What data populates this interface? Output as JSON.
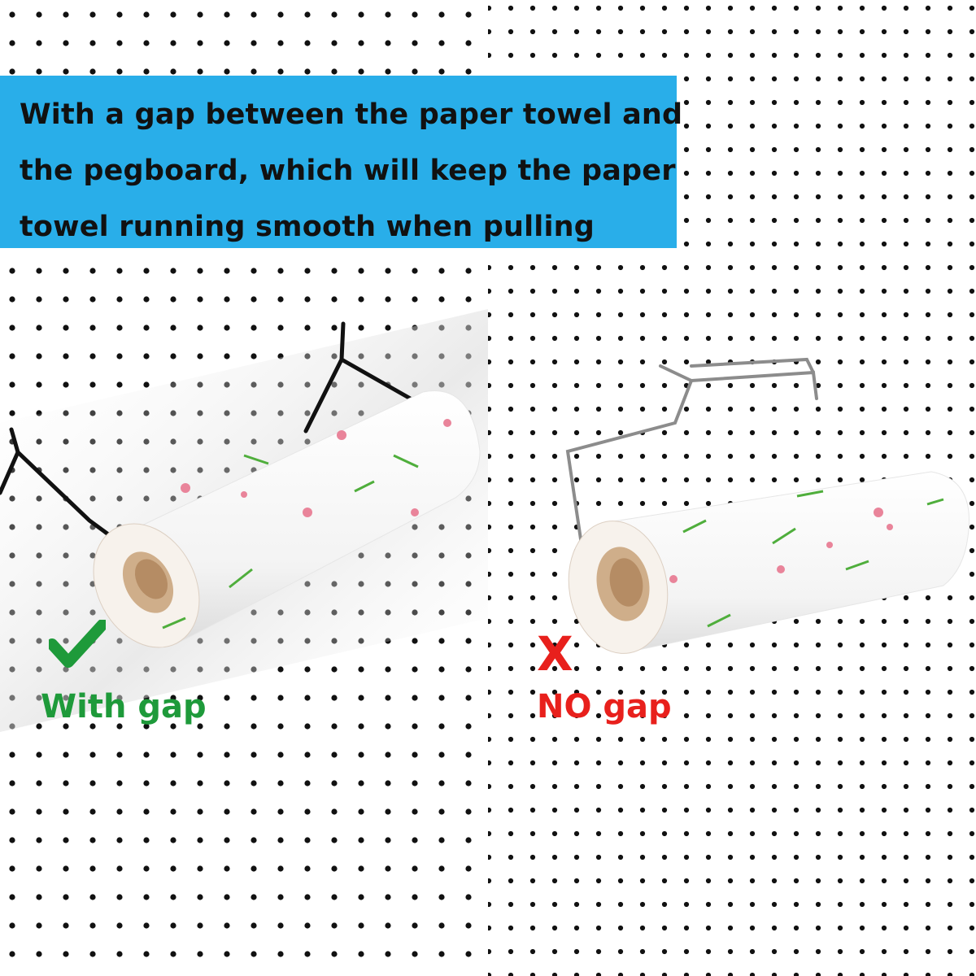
{
  "banner": {
    "lines": [
      "With a gap between the paper towel and",
      "the pegboard, which will keep the paper",
      "towel running smooth when pulling"
    ]
  },
  "left_panel": {
    "label": "With gap",
    "mark": "check-icon"
  },
  "right_panel": {
    "label": "NO gap",
    "mark_text": "X"
  },
  "colors": {
    "banner_bg": "#29aee9",
    "good_green": "#1e9a3a",
    "bad_red": "#e8201c",
    "banner_text": "#111111"
  }
}
